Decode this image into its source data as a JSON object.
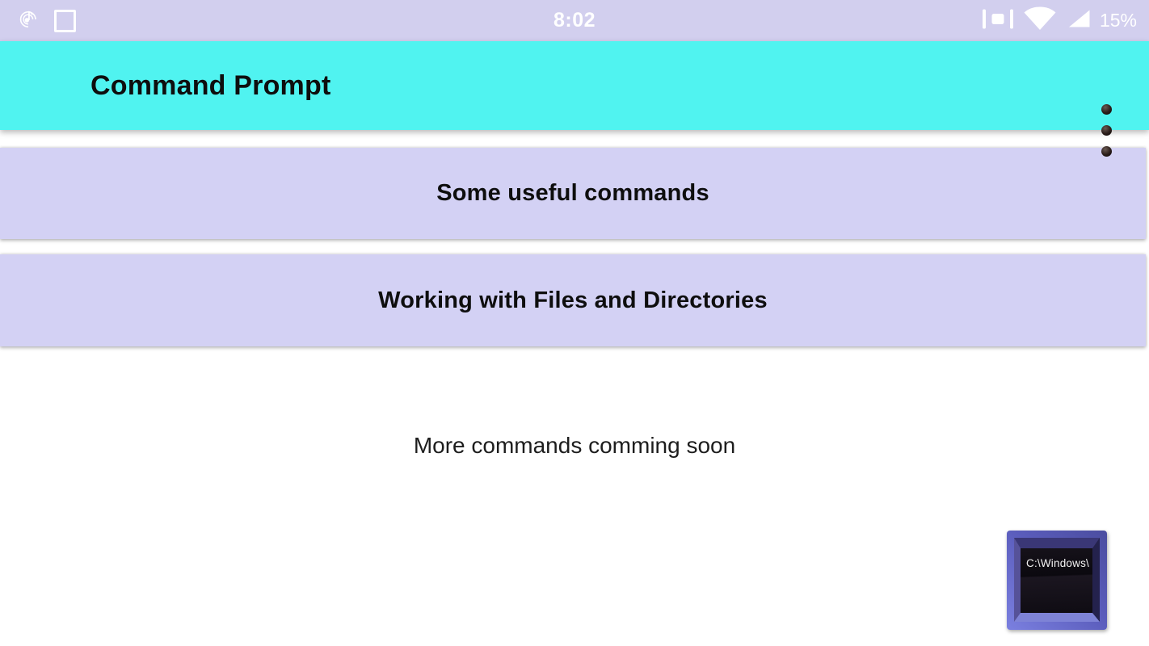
{
  "status_bar": {
    "time": "8:02",
    "battery_percent": "15%",
    "left_icons": [
      "music-note-swirl",
      "square-outline"
    ],
    "right_icons": [
      "vibrate",
      "wifi",
      "cellular-signal"
    ]
  },
  "app_bar": {
    "title": "Command Prompt",
    "overflow_menu": "overflow-menu"
  },
  "menu": {
    "buttons": [
      {
        "label": "Some useful commands"
      },
      {
        "label": "Working with Files and Directories"
      }
    ]
  },
  "content": {
    "note": "More commands comming soon"
  },
  "app_icon": {
    "screen_text": "C:\\Windows\\"
  },
  "colors": {
    "status_bar_bg": "#d2cfee",
    "app_bar_bg": "#50f3f0",
    "button_bg": "#d3d1f4",
    "page_bg": "#ffffff",
    "text": "#0e0e0e",
    "icon_frame": "#5a5cbb"
  }
}
